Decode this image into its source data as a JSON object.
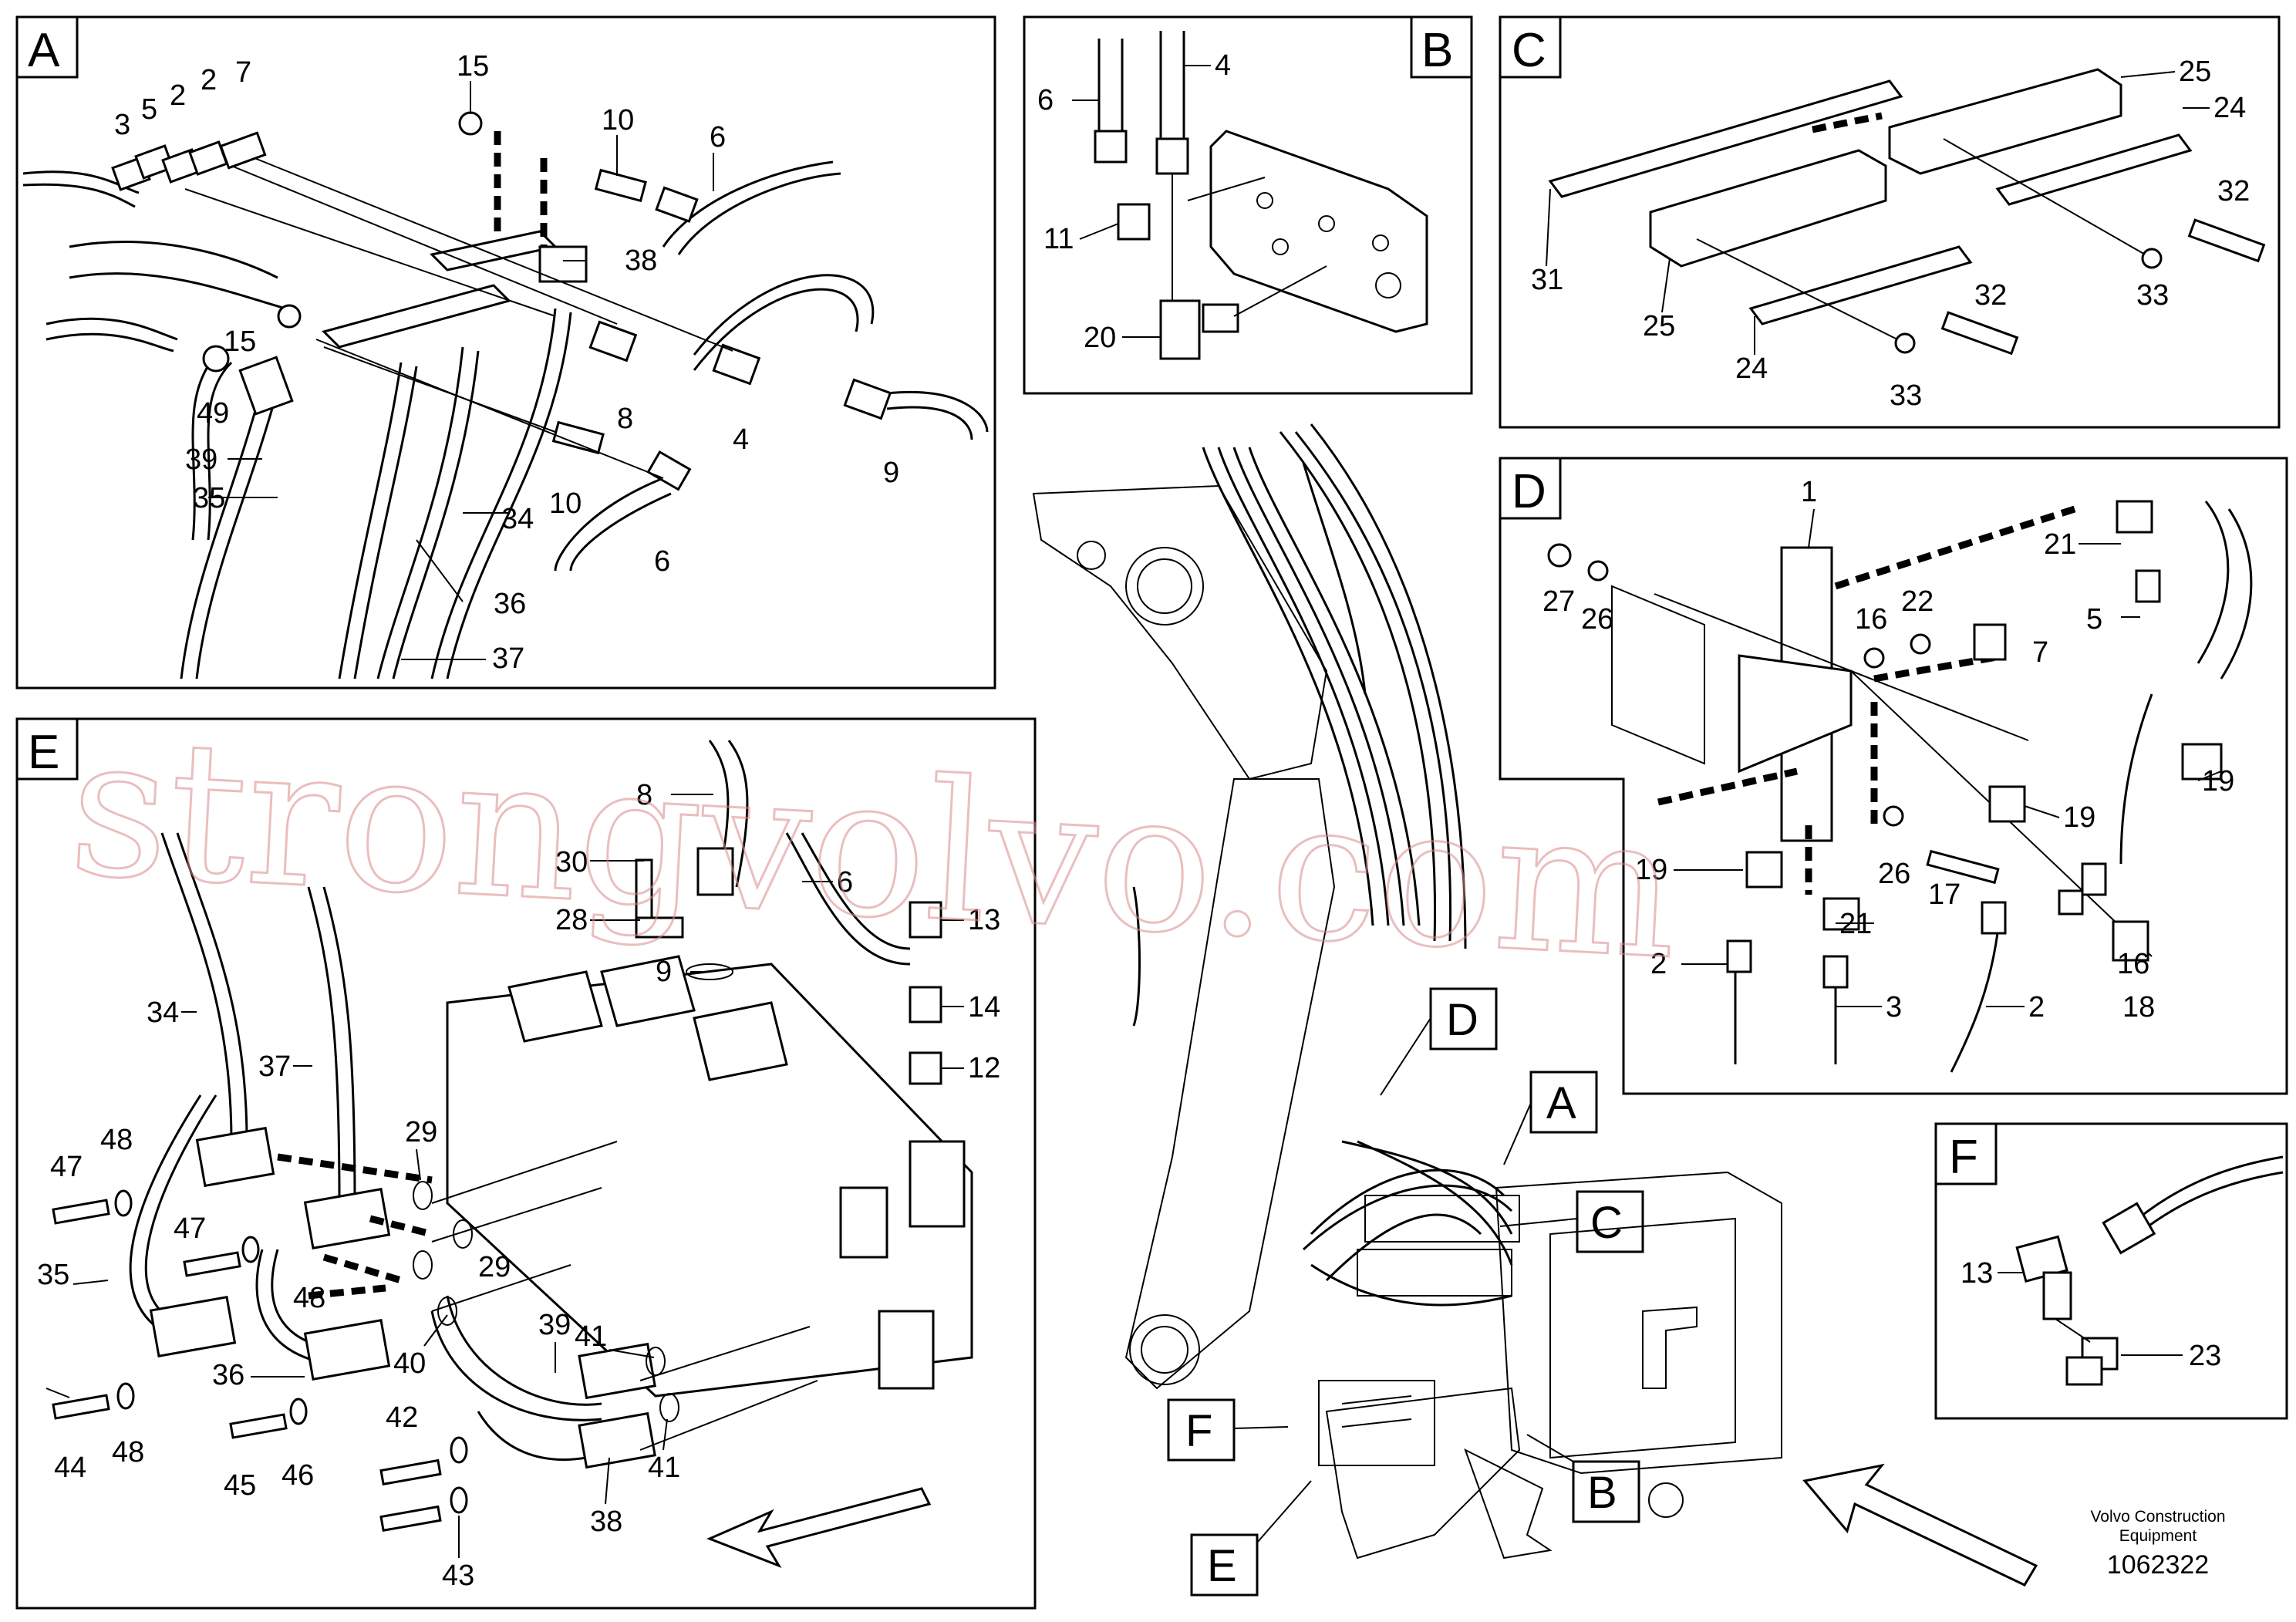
{
  "panels": {
    "A": {
      "letter": "A",
      "labels": [
        "15",
        "3",
        "5",
        "2",
        "2",
        "7",
        "10",
        "6",
        "38",
        "15",
        "49",
        "39",
        "35",
        "8",
        "4",
        "9",
        "10",
        "34",
        "6",
        "36",
        "37"
      ]
    },
    "B": {
      "letter": "B",
      "labels": [
        "4",
        "6",
        "11",
        "20"
      ]
    },
    "C": {
      "letter": "C",
      "labels": [
        "25",
        "24",
        "32",
        "31",
        "25",
        "24",
        "33",
        "32",
        "33"
      ]
    },
    "D": {
      "letter": "D",
      "labels": [
        "1",
        "21",
        "27",
        "26",
        "22",
        "16",
        "7",
        "5",
        "19",
        "19",
        "19",
        "26",
        "17",
        "21",
        "2",
        "3",
        "2",
        "16",
        "18"
      ]
    },
    "E": {
      "letter": "E",
      "labels": [
        "8",
        "30",
        "6",
        "28",
        "13",
        "9",
        "14",
        "12",
        "34",
        "37",
        "29",
        "48",
        "47",
        "47",
        "29",
        "48",
        "35",
        "40",
        "39",
        "41",
        "36",
        "44",
        "48",
        "42",
        "45",
        "46",
        "41",
        "38",
        "43"
      ]
    },
    "F": {
      "letter": "F",
      "labels": [
        "13",
        "23"
      ]
    }
  },
  "overview_callouts": [
    "D",
    "A",
    "C",
    "F",
    "B",
    "E"
  ],
  "watermark": "strongvolvo.com",
  "footer": {
    "company_line1": "Volvo Construction",
    "company_line2": "Equipment",
    "drawing_number": "1062322"
  }
}
